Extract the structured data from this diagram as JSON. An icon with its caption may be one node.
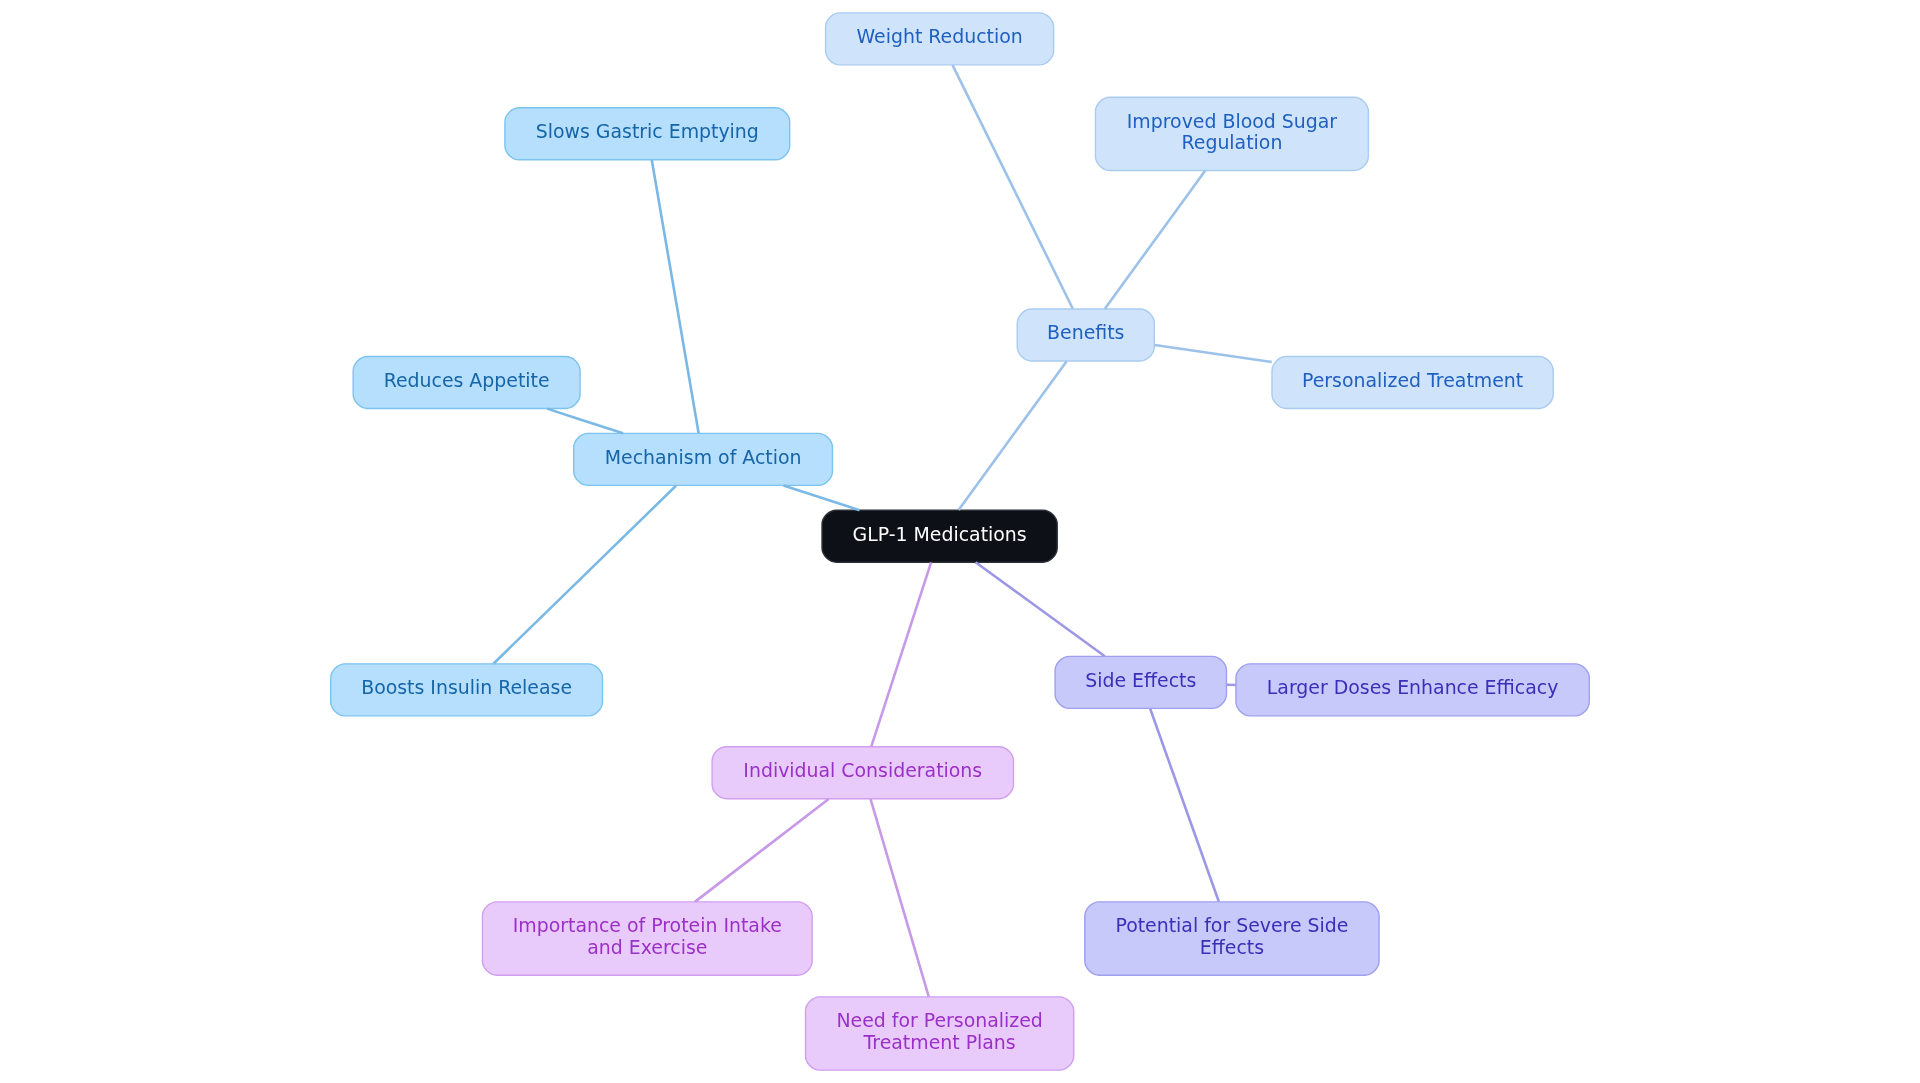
{
  "diagram": {
    "nodes": [
      {
        "text": [
          "GLP-1 Medications"
        ]
      },
      {
        "text": [
          "Mechanism of Action"
        ]
      },
      {
        "text": [
          "Reduces Appetite"
        ]
      },
      {
        "text": [
          "Slows Gastric Emptying"
        ]
      },
      {
        "text": [
          "Boosts Insulin Release"
        ]
      },
      {
        "text": [
          "Benefits"
        ]
      },
      {
        "text": [
          "Weight Reduction"
        ]
      },
      {
        "text": [
          "Improved Blood Sugar Regulation"
        ]
      },
      {
        "text": [
          "Personalized Treatment"
        ]
      },
      {
        "text": [
          "Side Effects"
        ]
      },
      {
        "text": [
          "Larger Doses Enhance Efficacy"
        ]
      },
      {
        "text": [
          "Potential for Severe Side Effects"
        ]
      },
      {
        "text": [
          "Individual Considerations"
        ]
      },
      {
        "text": [
          "Importance of Protein Intake and Exercise"
        ]
      },
      {
        "text": [
          "Need for Personalized Treatment Plans"
        ]
      }
    ],
    "edges": [
      {
        "from": 0,
        "to": 1,
        "arrow": "none",
        "color": "#7ab8e6"
      },
      {
        "from": 1,
        "to": 2,
        "arrow": "none",
        "color": "#7ab8e6"
      },
      {
        "from": 1,
        "to": 3,
        "arrow": "none",
        "color": "#7ab8e6"
      },
      {
        "from": 1,
        "to": 4,
        "arrow": "none",
        "color": "#7ab8e6"
      },
      {
        "from": 0,
        "to": 5,
        "arrow": "none",
        "color": "#9cc2ea"
      },
      {
        "from": 5,
        "to": 6,
        "arrow": "none",
        "color": "#9cc2ea"
      },
      {
        "from": 5,
        "to": 7,
        "arrow": "none",
        "color": "#9cc2ea"
      },
      {
        "from": 5,
        "to": 8,
        "arrow": "none",
        "color": "#9cc2ea"
      },
      {
        "from": 0,
        "to": 9,
        "arrow": "none",
        "color": "#9d98e6"
      },
      {
        "from": 9,
        "to": 10,
        "arrow": "none",
        "color": "#9d98e6"
      },
      {
        "from": 9,
        "to": 11,
        "arrow": "none",
        "color": "#9d98e6"
      },
      {
        "from": 0,
        "to": 12,
        "arrow": "none",
        "color": "#c79ae8"
      },
      {
        "from": 12,
        "to": 13,
        "arrow": "none",
        "color": "#c79ae8"
      },
      {
        "from": 12,
        "to": 14,
        "arrow": "none",
        "color": "#c79ae8"
      }
    ]
  }
}
